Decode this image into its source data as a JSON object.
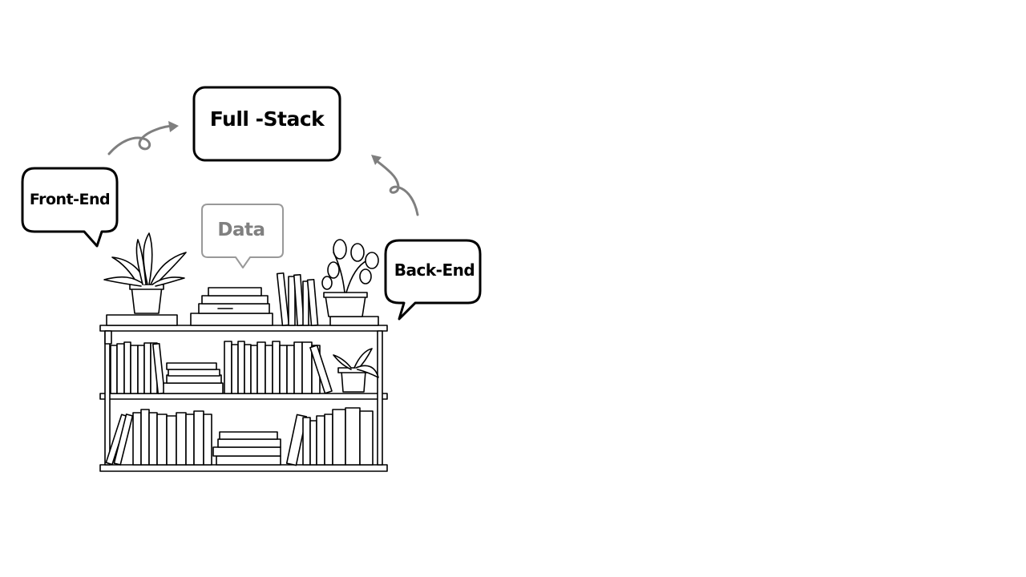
{
  "bubbles": {
    "full_stack": {
      "label": "Full -Stack"
    },
    "front_end": {
      "label": "Front-End"
    },
    "back_end": {
      "label": "Back-End"
    },
    "data": {
      "label": "Data"
    }
  },
  "colors": {
    "ink": "#000000",
    "muted": "#808080",
    "arrow": "#7f7f7f",
    "background": "#ffffff"
  },
  "icons": {
    "bookshelf": "bookshelf-illustration",
    "arrow_front_to_full": "curly-arrow-icon",
    "arrow_back_to_full": "curly-arrow-icon"
  }
}
